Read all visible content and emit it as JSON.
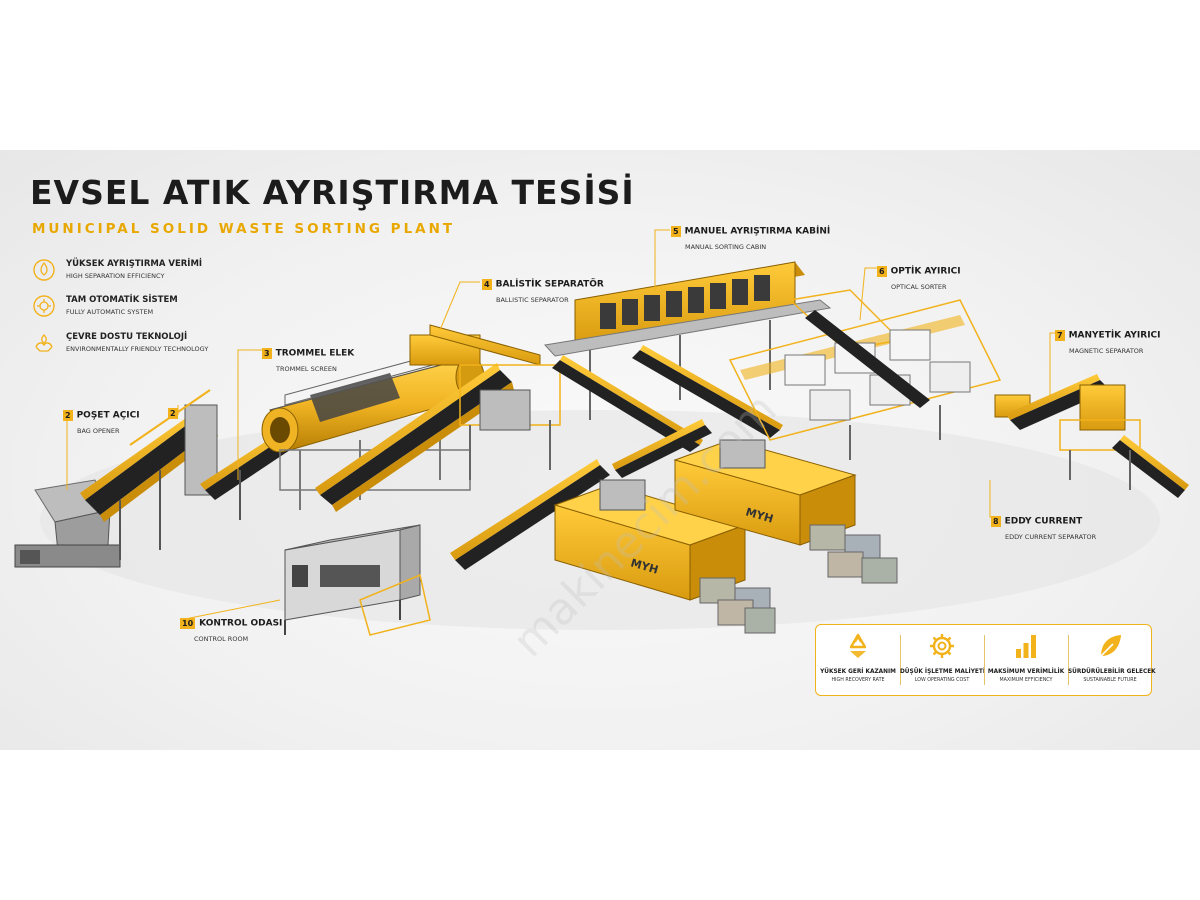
{
  "title": "EVSEL ATIK AYRIŞTIRMA TESİSİ",
  "subtitle": "MUNICIPAL SOLID WASTE SORTING PLANT",
  "colors": {
    "accent": "#f2b21b",
    "dark": "#1c1c1c",
    "machine_yellow": "#f0b323"
  },
  "features": [
    {
      "icon": "drop-leaf-icon",
      "title": "YÜKSEK AYRIŞTIRMA VERİMİ",
      "subtitle": "HIGH SEPARATION EFFICIENCY"
    },
    {
      "icon": "gear-automation-icon",
      "title": "TAM OTOMATİK SİSTEM",
      "subtitle": "FULLY AUTOMATIC SYSTEM"
    },
    {
      "icon": "eco-hands-icon",
      "title": "ÇEVRE DOSTU TEKNOLOJİ",
      "subtitle": "ENVIRONMENTALLY FRIENDLY TECHNOLOGY"
    }
  ],
  "stations": [
    {
      "num": "2",
      "title": "POŞET AÇICI",
      "subtitle": "BAG OPENER"
    },
    {
      "num": "2",
      "title": "",
      "subtitle": ""
    },
    {
      "num": "3",
      "title": "TROMMEL ELEK",
      "subtitle": "TROMMEL SCREEN"
    },
    {
      "num": "4",
      "title": "BALİSTİK SEPARATÖR",
      "subtitle": "BALLISTIC SEPARATOR"
    },
    {
      "num": "5",
      "title": "MANUEL AYRIŞTIRMA KABİNİ",
      "subtitle": "MANUAL SORTING CABIN"
    },
    {
      "num": "6",
      "title": "OPTİK AYIRICI",
      "subtitle": "OPTICAL SORTER"
    },
    {
      "num": "7",
      "title": "MANYETİK AYIRICI",
      "subtitle": "MAGNETIC SEPARATOR"
    },
    {
      "num": "8",
      "title": "EDDY CURRENT",
      "subtitle": "EDDY CURRENT SEPARATOR"
    },
    {
      "num": "10",
      "title": "KONTROL ODASI",
      "subtitle": "CONTROL ROOM"
    }
  ],
  "benefits": [
    {
      "icon": "recycle-icon",
      "title": "YÜKSEK GERİ KAZANIM",
      "subtitle": "HIGH RECOVERY RATE"
    },
    {
      "icon": "gear-icon",
      "title": "DÜŞÜK İŞLETME MALİYETİ",
      "subtitle": "LOW OPERATING COST"
    },
    {
      "icon": "bar-chart-icon",
      "title": "MAKSİMUM VERİMLİLİK",
      "subtitle": "MAXIMUM EFFICIENCY"
    },
    {
      "icon": "leaf-icon",
      "title": "SÜRDÜRÜLEBİLİR GELECEK",
      "subtitle": "SUSTAINABLE FUTURE"
    }
  ],
  "machine_brand": "MYH",
  "watermark": "makinecim.com"
}
